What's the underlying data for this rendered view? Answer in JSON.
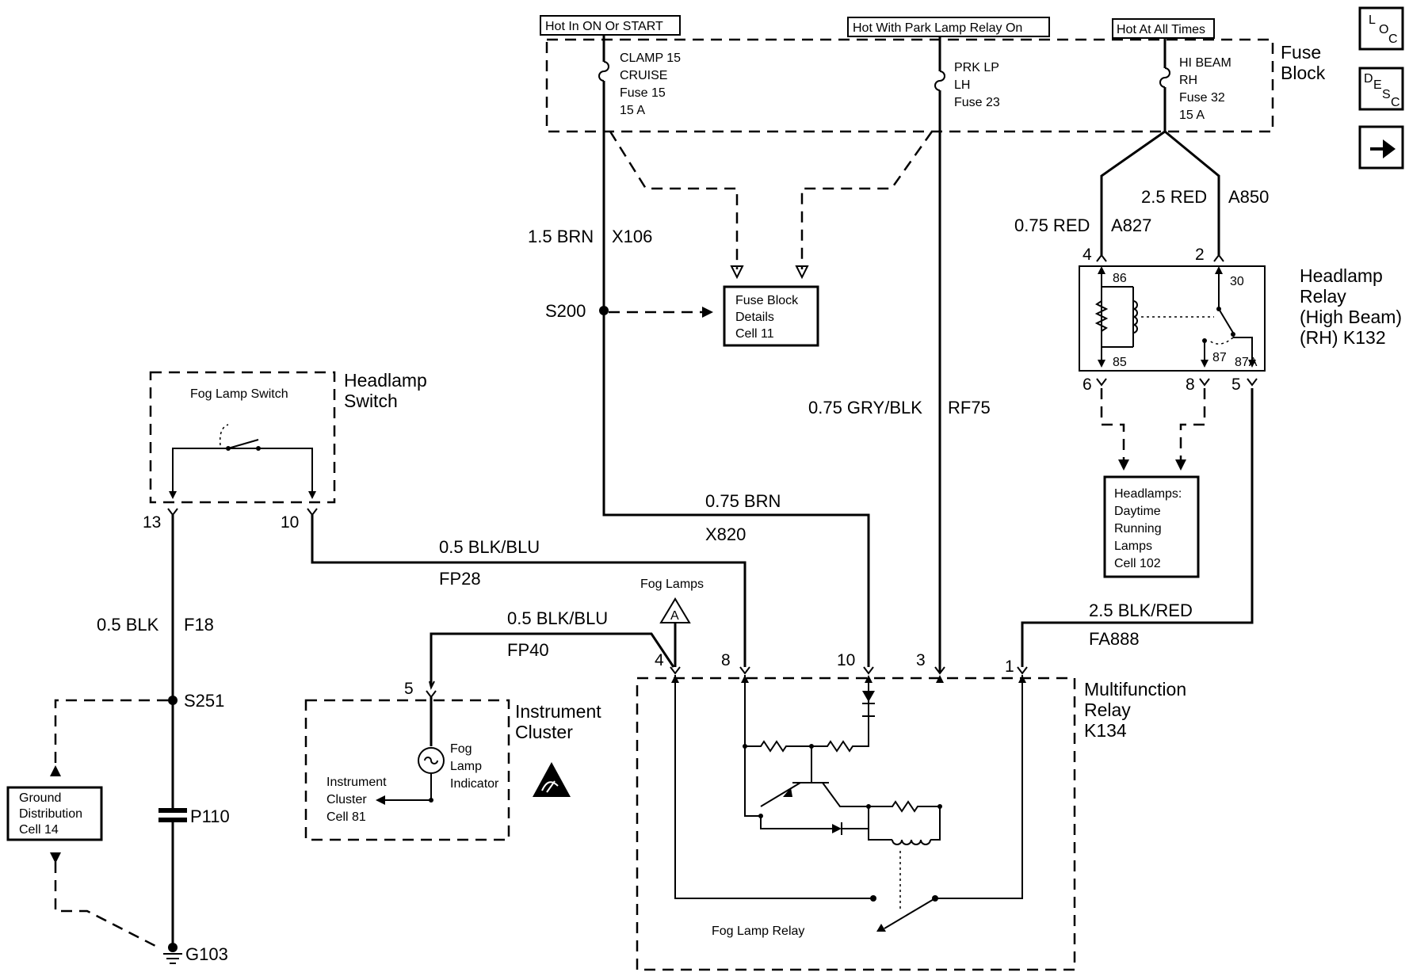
{
  "power_headers": {
    "ign": "Hot In ON Or START",
    "park": "Hot With Park Lamp Relay On",
    "always": "Hot At All Times"
  },
  "fuse_block": {
    "label_line1": "Fuse",
    "label_line2": "Block",
    "fuse15": [
      "CLAMP 15",
      "CRUISE",
      "Fuse 15",
      "15 A"
    ],
    "fuse23": [
      "PRK LP",
      "LH",
      "Fuse 23"
    ],
    "fuse32": [
      "HI BEAM",
      "RH",
      "Fuse 32",
      "15 A"
    ]
  },
  "nav": {
    "loc": {
      "l": "L",
      "o": "O",
      "c": "C"
    },
    "desc": {
      "d": "D",
      "e": "E",
      "s": "S",
      "c": "C"
    },
    "arrow": "➡"
  },
  "wires": {
    "x106_gauge": "1.5 BRN",
    "x106_id": "X106",
    "rf75_gauge": "0.75 GRY/BLK",
    "rf75_id": "RF75",
    "a827_gauge": "0.75 RED",
    "a827_id": "A827",
    "a850_gauge": "2.5 RED",
    "a850_id": "A850",
    "x820_gauge": "0.75 BRN",
    "x820_id": "X820",
    "fp28_gauge": "0.5 BLK/BLU",
    "fp28_id": "FP28",
    "fp40_gauge": "0.5 BLK/BLU",
    "fp40_id": "FP40",
    "fa888_gauge": "2.5 BLK/RED",
    "fa888_id": "FA888",
    "f18_gauge": "0.5 BLK",
    "f18_id": "F18"
  },
  "splices": {
    "s200": "S200",
    "s251": "S251",
    "p110": "P110",
    "g103": "G103"
  },
  "refs": {
    "fuse_block_details": [
      "Fuse Block",
      "Details",
      "Cell 11"
    ],
    "headlamps_drl": [
      "Headlamps:",
      "Daytime",
      "Running",
      "Lamps",
      "Cell 102"
    ],
    "ground_distribution": [
      "Ground",
      "Distribution",
      "Cell 14"
    ],
    "instrument_cluster_ref": [
      "Instrument",
      "Cluster",
      "Cell 81"
    ]
  },
  "headlamp_relay": {
    "name": [
      "Headlamp",
      "Relay",
      "(High Beam)",
      "(RH) K132"
    ],
    "terminals": {
      "t86": "86",
      "t85": "85",
      "t30": "30",
      "t87": "87",
      "t87a": "87A"
    },
    "pins": {
      "p4": "4",
      "p2": "2",
      "p6": "6",
      "p8": "8",
      "p5": "5"
    }
  },
  "headlamp_switch": {
    "name": [
      "Headlamp",
      "Switch"
    ],
    "inner": "Fog Lamp Switch",
    "pins": {
      "p13": "13",
      "p10": "10"
    }
  },
  "instrument_cluster": {
    "name": [
      "Instrument",
      "Cluster"
    ],
    "indicator": [
      "Fog",
      "Lamp",
      "Indicator"
    ],
    "pin": "5"
  },
  "fog_lamps": {
    "label": "Fog Lamps",
    "connector": "A"
  },
  "multifunction_relay": {
    "name": [
      "Multifunction",
      "Relay",
      "K134"
    ],
    "inner": "Fog Lamp Relay",
    "pins": {
      "p4": "4",
      "p8": "8",
      "p10": "10",
      "p3": "3",
      "p1": "1"
    }
  }
}
